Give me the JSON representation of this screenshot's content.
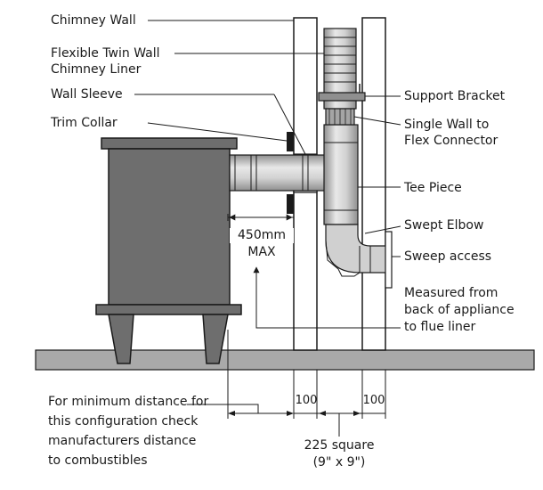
{
  "labels": {
    "chimney_wall": "Chimney Wall",
    "flexible_liner_1": "Flexible Twin Wall",
    "flexible_liner_2": "Chimney Liner",
    "wall_sleeve": "Wall Sleeve",
    "trim_collar": "Trim Collar",
    "support_bracket": "Support Bracket",
    "single_wall_1": "Single Wall to",
    "single_wall_2": "Flex Connector",
    "tee_piece": "Tee Piece",
    "swept_elbow": "Swept Elbow",
    "sweep_access": "Sweep access",
    "measured_1": "Measured from",
    "measured_2": "back of appliance",
    "measured_3": "to flue liner",
    "max_dist_1": "450mm",
    "max_dist_2": "MAX",
    "note_1": "For minimum distance for",
    "note_2": "this configuration check",
    "note_3": "manufacturers distance",
    "note_4": "to combustibles",
    "dim_left_wall": "100",
    "dim_right_wall": "100",
    "square_1": "225 square",
    "square_2": "(9\" x 9\")"
  },
  "colors": {
    "line": "#1a1a1a",
    "stove": "#6e6e6e",
    "floor": "#a9a9a9",
    "pipe_light": "#e4e4e4",
    "pipe_mid": "#c3c3c3",
    "pipe_dark": "#8f8f8f",
    "wall": "#ffffff"
  }
}
